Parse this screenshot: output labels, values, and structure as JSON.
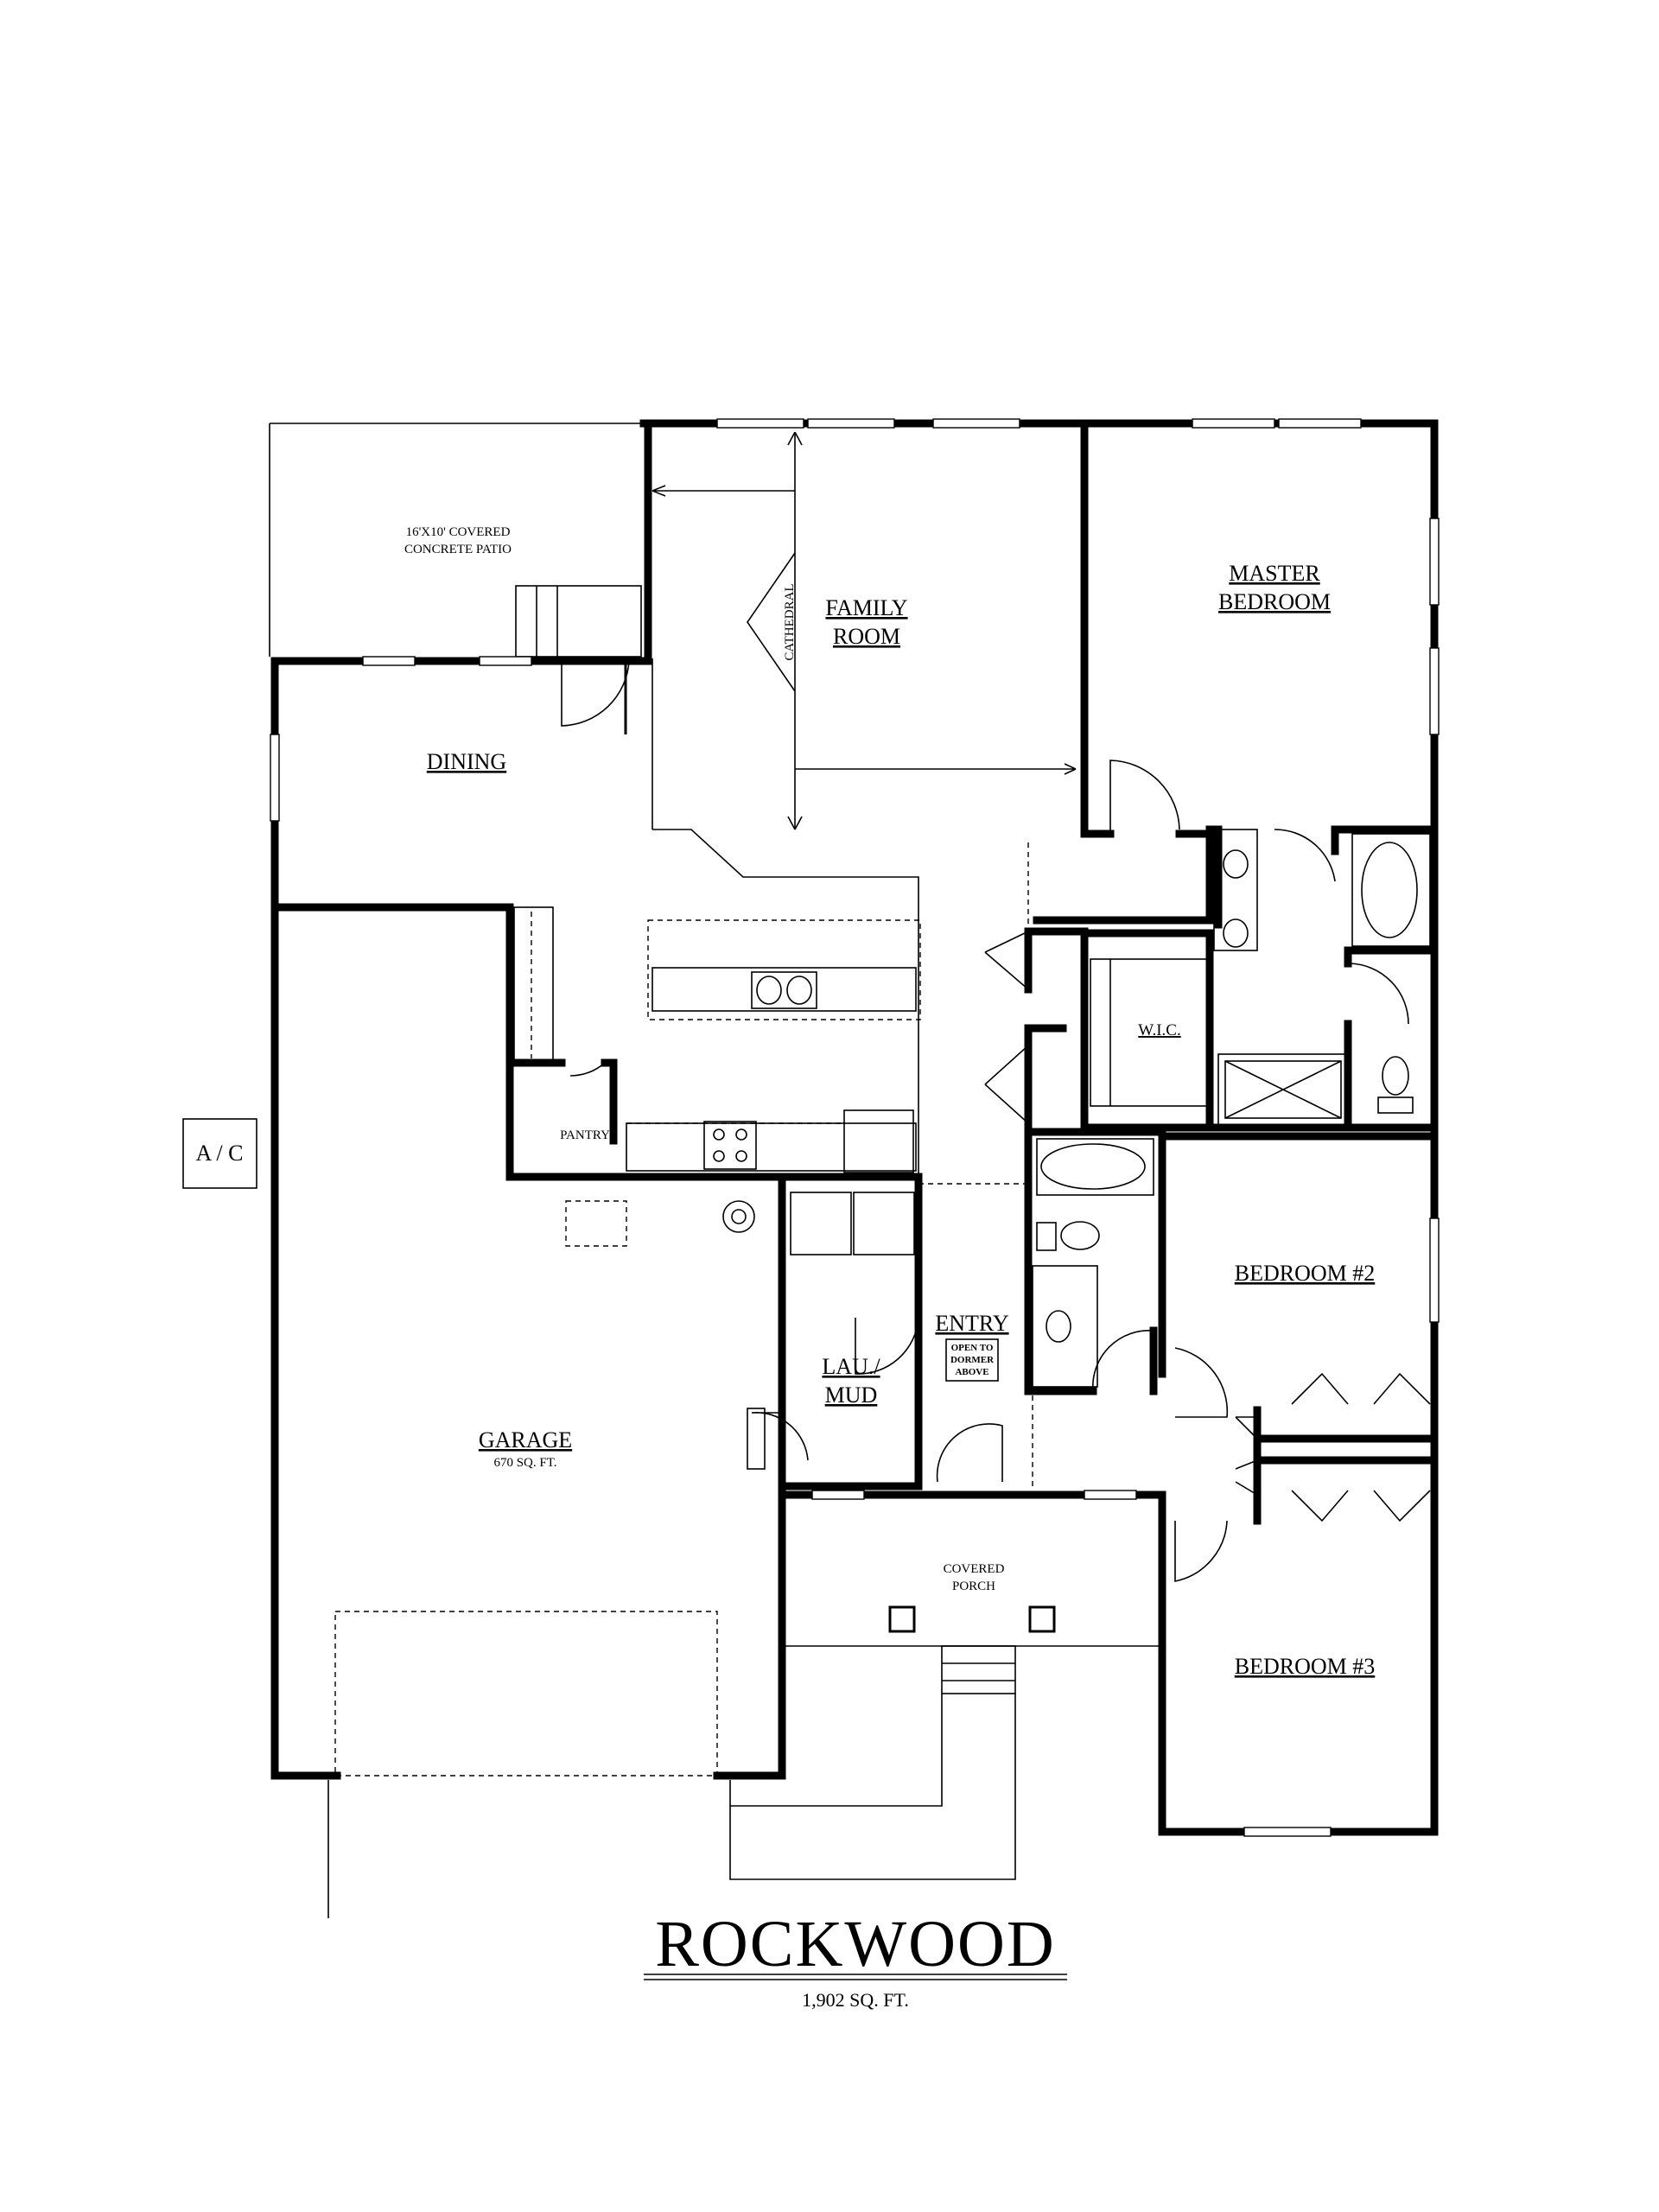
{
  "plan": {
    "name": "ROCKWOOD",
    "total_area": "1,902 SQ. FT.",
    "rooms": {
      "patio_line1": "16'X10' COVERED",
      "patio_line2": "CONCRETE PATIO",
      "family_line1": "FAMILY",
      "family_line2": "ROOM",
      "cathedral": "CATHEDRAL",
      "master_line1": "MASTER",
      "master_line2": "BEDROOM",
      "dining": "DINING",
      "pantry": "PANTRY",
      "wic": "W.I.C.",
      "entry": "ENTRY",
      "open_line1": "OPEN TO",
      "open_line2": "DORMER",
      "open_line3": "ABOVE",
      "laundry_line1": "LAU./",
      "laundry_line2": "MUD",
      "garage": "GARAGE",
      "garage_area": "670 SQ. FT.",
      "bedroom2": "BEDROOM #2",
      "porch_line1": "COVERED",
      "porch_line2": "PORCH",
      "bedroom3": "BEDROOM #3",
      "ac": "A / C"
    }
  }
}
